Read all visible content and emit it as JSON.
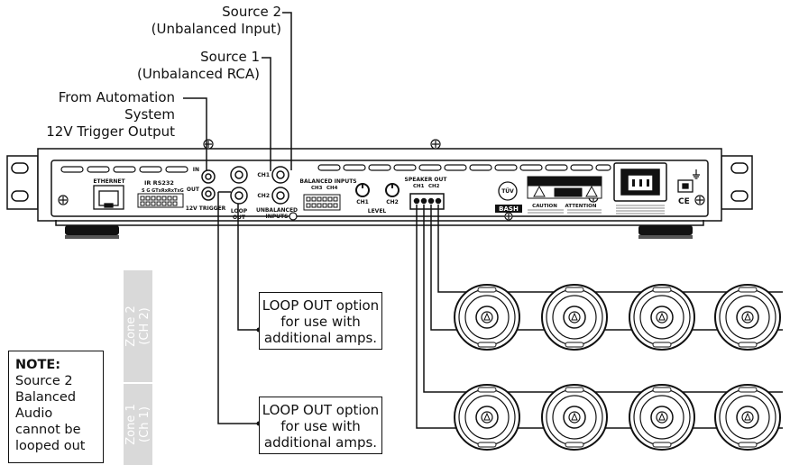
{
  "callouts": {
    "source2": {
      "line1": "Source 2",
      "line2": "(Unbalanced Input)"
    },
    "source1": {
      "line1": "Source 1",
      "line2": "(Unbalanced RCA)"
    },
    "automation": {
      "line1": "From Automation",
      "line2": "System",
      "line3": "12V Trigger Output"
    }
  },
  "panel_labels": {
    "ethernet": "ETHERNET",
    "ir_rs232": "IR RS232",
    "ir_pins": "S G GTxRxRxTxG",
    "trigger_in": "IN",
    "trigger_out": "OUT",
    "trigger": "12V TRIGGER",
    "loop_out_line1": "LOOP",
    "loop_out_line2": "OUT",
    "ch1": "CH1",
    "ch2": "CH2",
    "unbalanced_line1": "UNBALANCED",
    "unbalanced_line2": "INPUTS",
    "balanced_inputs": "BALANCED INPUTS",
    "balanced_ch3": "CH3",
    "balanced_ch4": "CH4",
    "level": "LEVEL",
    "level_ch1": "CH1",
    "level_ch2": "CH2",
    "speaker_out": "SPEAKER OUT",
    "speaker_ch1": "CH1",
    "speaker_ch2": "CH2",
    "tuv": "TÜV",
    "brand": "BASH",
    "caution": "CAUTION",
    "attention": "ATTENTION",
    "ce": "CE"
  },
  "loop_boxes": [
    {
      "line1": "LOOP OUT option",
      "line2": "for use with",
      "line3": "additional amps."
    },
    {
      "line1": "LOOP OUT option",
      "line2": "for use with",
      "line3": "additional amps."
    }
  ],
  "zones": [
    {
      "line1": "Zone 2",
      "line2": "(CH 2)"
    },
    {
      "line1": "Zone 1",
      "line2": "(Ch 1)"
    }
  ],
  "note": {
    "title": "NOTE:",
    "lines": [
      "Source 2",
      "Balanced",
      "Audio",
      "cannot be",
      "looped out"
    ]
  },
  "colors": {
    "line": "#111111",
    "zone_fill": "#d9d9d9",
    "panel": "#ffffff"
  }
}
